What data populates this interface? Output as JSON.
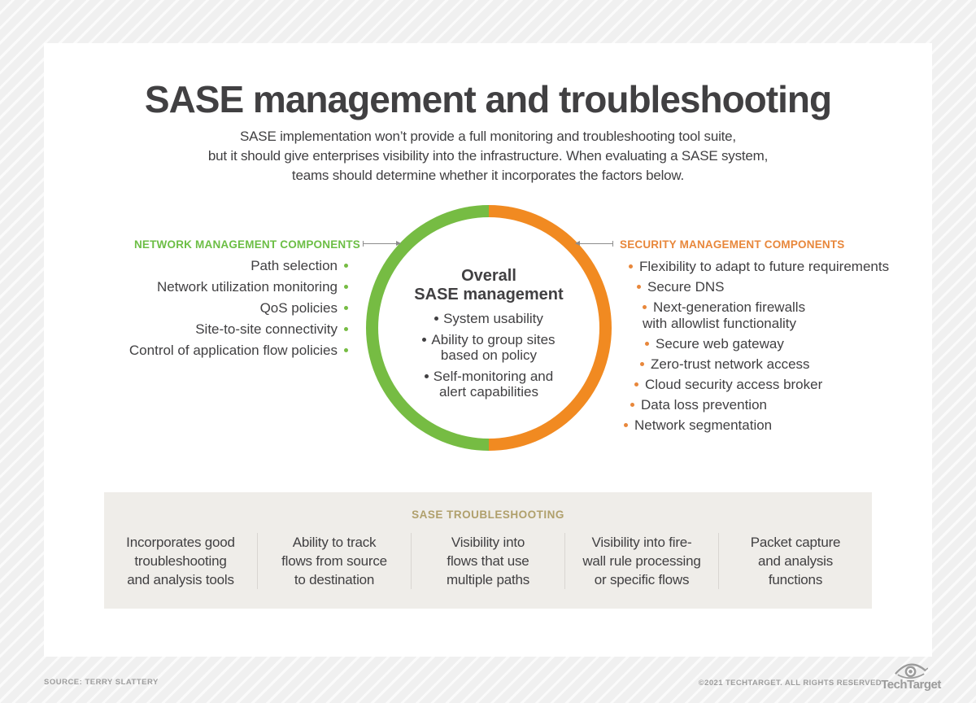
{
  "colors": {
    "green": "#76BC43",
    "orange": "#F18A21",
    "tan": "#B0A06C",
    "dark_text": "#414042",
    "panel_beige": "#EFEDE9"
  },
  "header": {
    "title": "SASE management and troubleshooting",
    "subtitle": "SASE implementation won’t provide a full monitoring and troubleshooting tool suite,\nbut it should give enterprises visibility into the infrastructure. When evaluating a SASE system,\nteams should determine whether it incorporates the factors below."
  },
  "network": {
    "heading": "NETWORK MANAGEMENT COMPONENTS",
    "items": [
      "Path selection",
      "Network utilization monitoring",
      "QoS policies",
      "Site-to-site connectivity",
      "Control of application flow policies"
    ]
  },
  "security": {
    "heading": "SECURITY MANAGEMENT COMPONENTS",
    "items": [
      "Flexibility to adapt to future requirements",
      "Secure DNS",
      "Next-generation firewalls\nwith allowlist functionality",
      "Secure web gateway",
      "Zero-trust network access",
      "Cloud security access broker",
      "Data loss prevention",
      "Network segmentation"
    ]
  },
  "overall": {
    "title": "Overall\nSASE management",
    "items": [
      "System usability",
      "Ability to group sites\nbased on policy",
      "Self-monitoring and\nalert capabilities"
    ]
  },
  "troubleshooting": {
    "heading": "SASE TROUBLESHOOTING",
    "items": [
      "Incorporates good\ntroubleshooting\nand analysis tools",
      "Ability to track\nflows from source\nto destination",
      "Visibility into\nflows that use\nmultiple paths",
      "Visibility into fire-\nwall rule processing\nor specific flows",
      "Packet capture\nand analysis\nfunctions"
    ]
  },
  "footer": {
    "source": "SOURCE: TERRY SLATTERY",
    "copyright": "©2021 TECHTARGET. ALL RIGHTS RESERVED",
    "logo_text": "TechTarget"
  }
}
